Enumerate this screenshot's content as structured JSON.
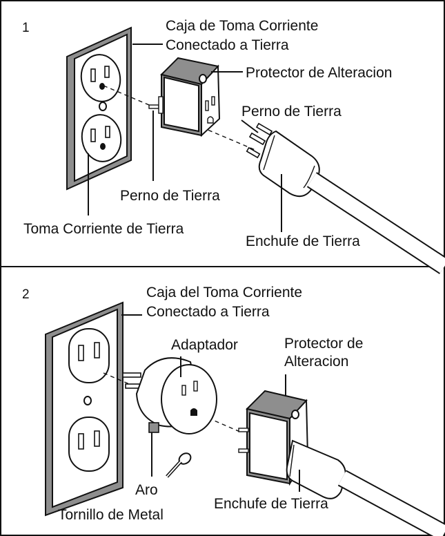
{
  "panel1": {
    "number": "1",
    "labels": {
      "box_line1": "Caja de Toma Corriente",
      "box_line2": "Conectado a Tierra",
      "protector": "Protector de Alteracion",
      "ground_pin_right": "Perno de Tierra",
      "ground_pin_bottom": "Perno de Tierra",
      "ground_outlet": "Toma Corriente de Tierra",
      "ground_plug": "Enchufe de Tierra"
    }
  },
  "panel2": {
    "number": "2",
    "labels": {
      "box_line1": "Caja del Toma Corriente",
      "box_line2": "Conectado a Tierra",
      "adapter": "Adaptador",
      "protector_line1": "Protector de",
      "protector_line2": "Alteracion",
      "ring": "Aro",
      "screw": "Tornillo de Metal",
      "ground_plug": "Enchufe de Tierra"
    }
  },
  "colors": {
    "line": "#111111",
    "metal": "#8e8e8e",
    "background": "#ffffff"
  }
}
